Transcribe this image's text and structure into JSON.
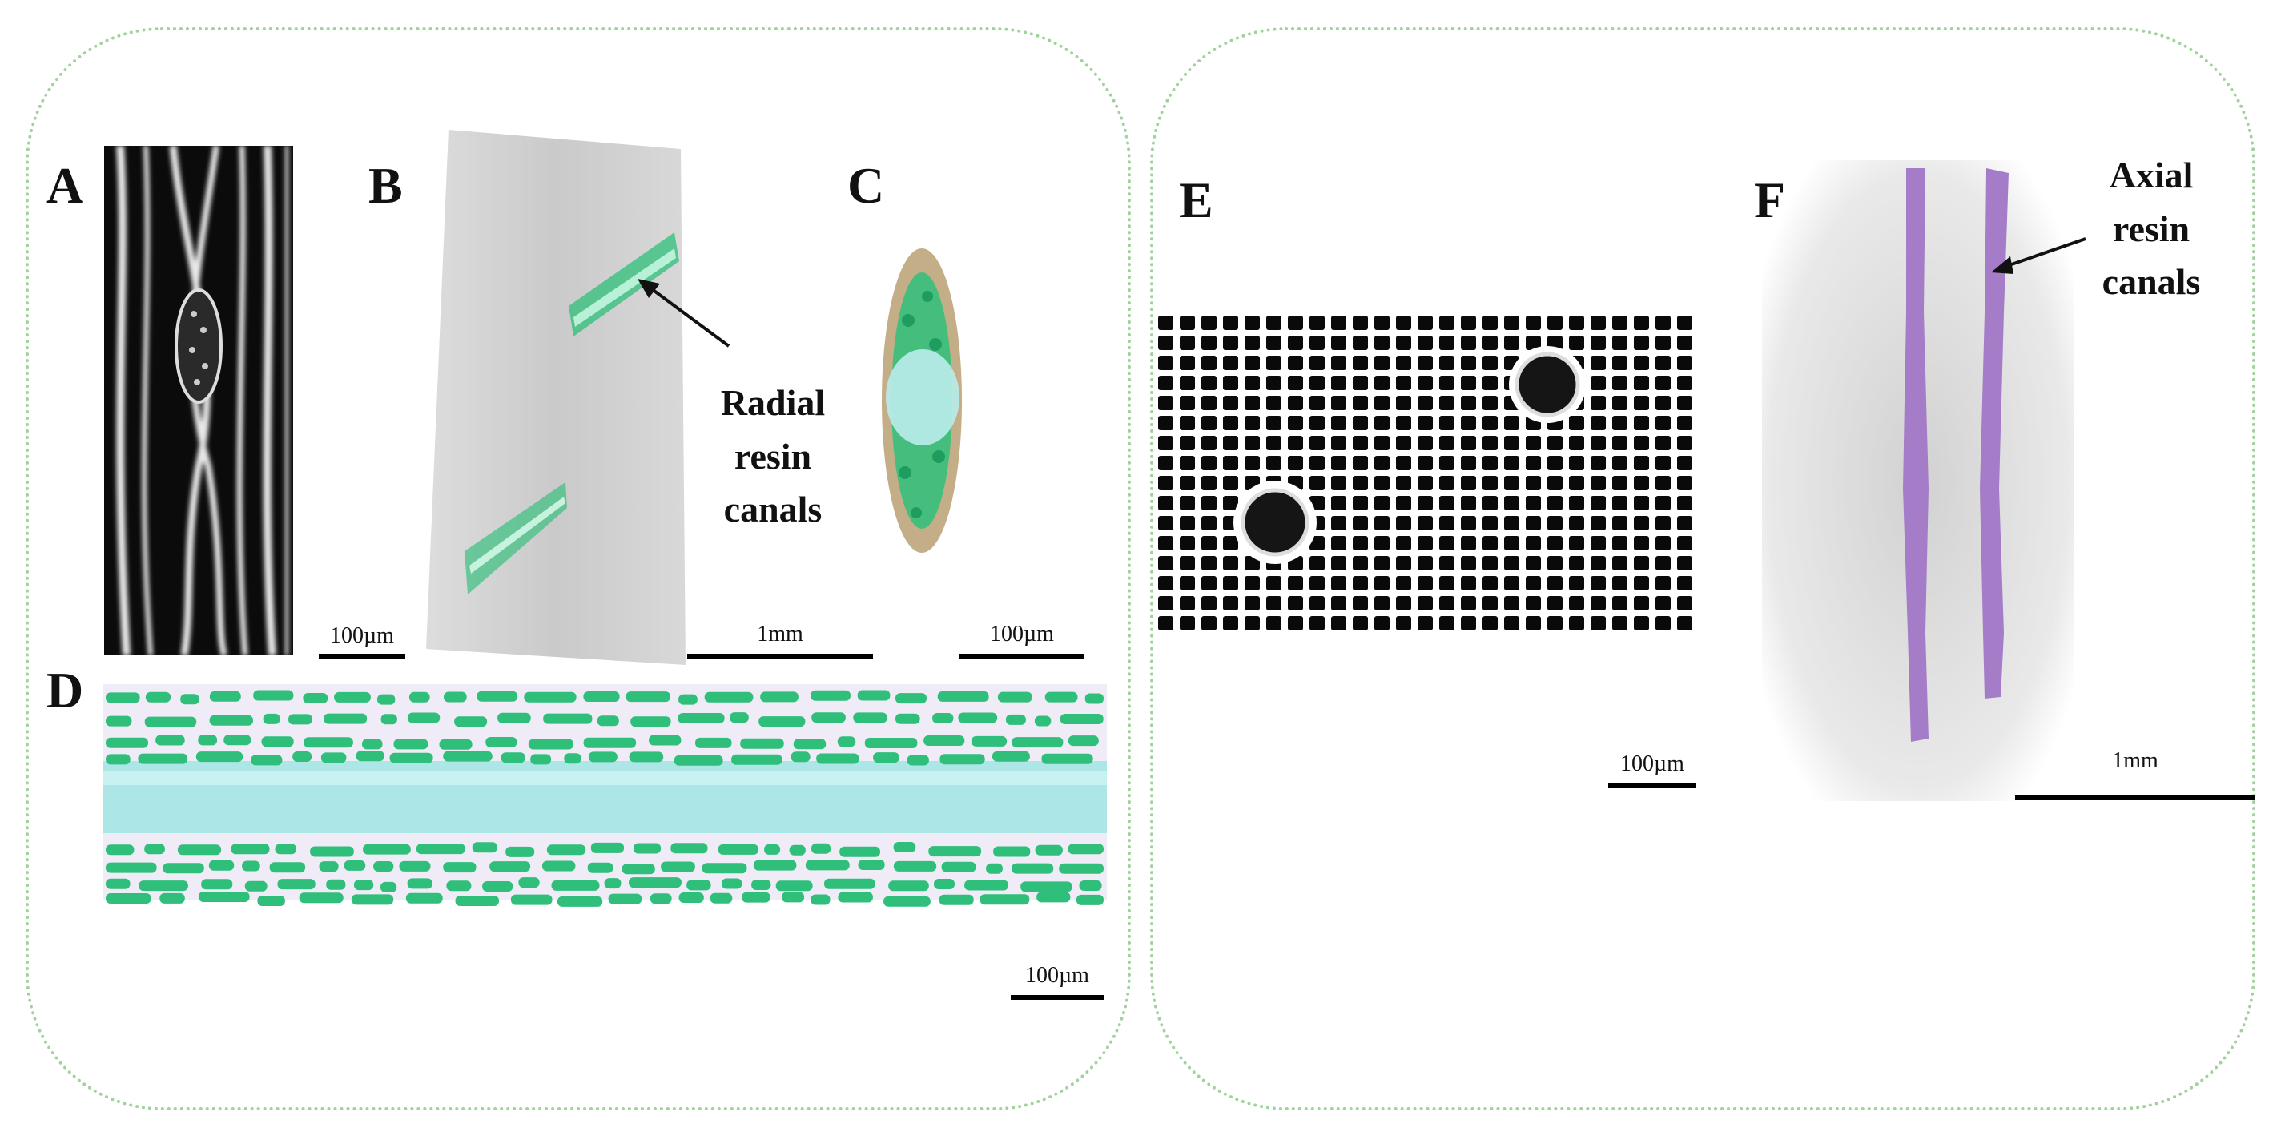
{
  "panels": {
    "a": "A",
    "b": "B",
    "c": "C",
    "d": "D",
    "e": "E",
    "f": "F"
  },
  "annotations": {
    "radial": [
      "Radial",
      "resin",
      "canals"
    ],
    "axial": [
      "Axial",
      "resin",
      "canals"
    ]
  },
  "scalebars": {
    "a": "100µm",
    "b": "1mm",
    "c": "100µm",
    "d": "100µm",
    "e": "100µm",
    "f": "1mm"
  },
  "colors": {
    "border": "#9fd39a",
    "green_canal": "#2fbf7a",
    "cyan_core": "#a8e6e6",
    "purple_canal": "#a57cc8"
  }
}
